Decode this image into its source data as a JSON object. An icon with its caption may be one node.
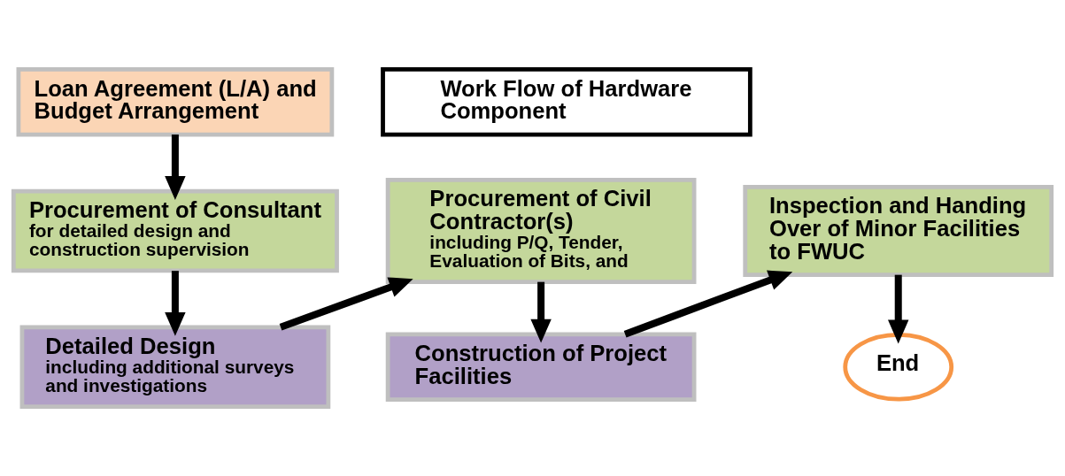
{
  "diagram": {
    "nodes": [
      {
        "text": [
          "Loan Agreement (L/A) and Budget Arrangement"
        ]
      },
      {
        "text": [
          "Work Flow of Hardware Component"
        ]
      },
      {
        "text": [
          "Procurement of Consultant",
          "for detailed design and construction supervision"
        ]
      },
      {
        "text": [
          "Procurement of Civil Contractor(s)",
          "including P/Q, Tender, Evaluation of Bits, and"
        ]
      },
      {
        "text": [
          "Inspection and Handing Over of Minor Facilities to FWUC"
        ]
      },
      {
        "text": [
          "Detailed Design",
          "including additional surveys and investigations"
        ]
      },
      {
        "text": [
          "Construction of Project Facilities"
        ]
      },
      {
        "text": [
          "End"
        ]
      }
    ],
    "edges": [
      {
        "from": 0,
        "to": 2,
        "arrow": "to"
      },
      {
        "from": 2,
        "to": 5,
        "arrow": "to"
      },
      {
        "from": 5,
        "to": 3,
        "arrow": "to"
      },
      {
        "from": 3,
        "to": 6,
        "arrow": "to"
      },
      {
        "from": 6,
        "to": 4,
        "arrow": "to"
      },
      {
        "from": 4,
        "to": 7,
        "arrow": "to"
      }
    ]
  }
}
